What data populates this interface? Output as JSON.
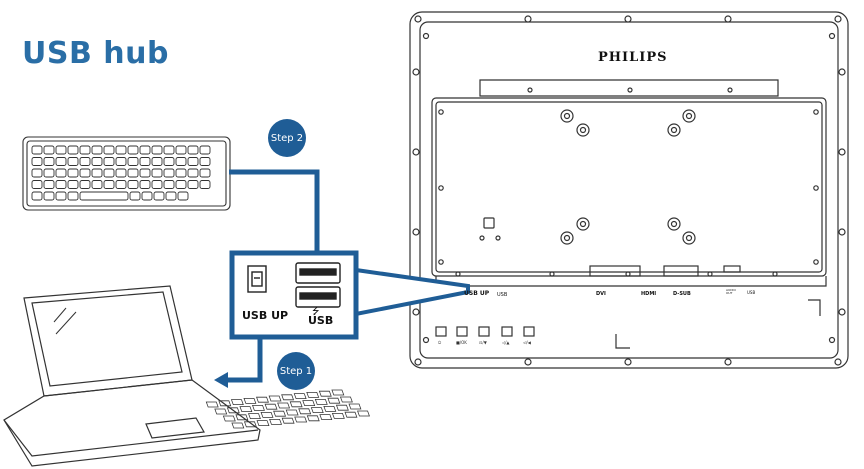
{
  "title": "USB hub",
  "steps": {
    "step1": "Step 1",
    "step2": "Step 2"
  },
  "brand": "PHILIPS",
  "callout": {
    "usb_up": "USB UP",
    "usb": "USB"
  },
  "ports": {
    "usb_up": "USB UP",
    "usb": "USB",
    "dvi": "DVI",
    "hdmi": "HDMI",
    "dsub": "D-SUB",
    "audio_out": "AUDIO OUT",
    "usb_2": "USB"
  },
  "colors": {
    "accent": "#2a6ea6",
    "cable": "#1f5d96",
    "step": "#1f5d96",
    "line": "#333333"
  }
}
